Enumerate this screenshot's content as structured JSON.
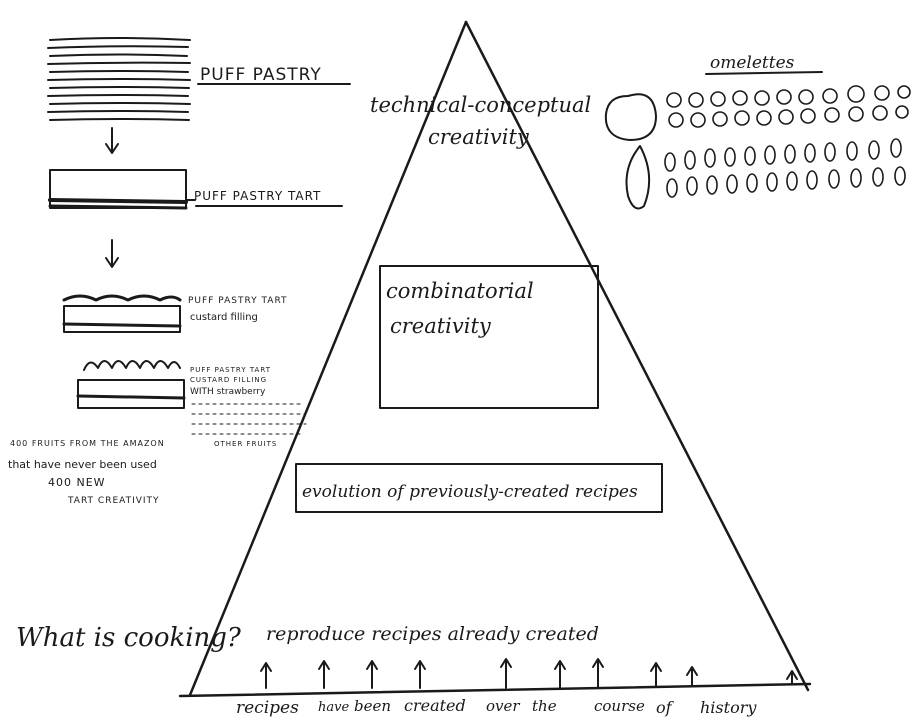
{
  "left_column": {
    "puff_pastry": "PUFF PASTRY",
    "puff_pastry_tart": "PUFF PASTRY TART",
    "custard_line1": "PUFF PASTRY TART",
    "custard_line2": "custard filling",
    "strawberry_line1": "PUFF PASTRY TART",
    "strawberry_line2": "CUSTARD FILLING",
    "strawberry_line3": "WITH strawberry",
    "other_fruits": "OTHER FRUITS",
    "amazon_line1": "400 FRUITS FROM THE AMAZON",
    "amazon_line2": "that have never been used",
    "amazon_line3": "400 NEW",
    "amazon_line4": "TART CREATIVITY"
  },
  "pyramid": {
    "apex_line1": "technical-conceptual",
    "apex_line2": "creativity",
    "box1_line1": "combinatorial",
    "box1_line2": "creativity",
    "box2": "evolution of previously-created recipes",
    "base_text": "reproduce recipes already created",
    "ground_words": [
      "recipes",
      "have",
      "been",
      "created",
      "over",
      "the",
      "course",
      "of",
      "history"
    ]
  },
  "question": "What is cooking?",
  "omelettes": {
    "title": "omelettes"
  }
}
